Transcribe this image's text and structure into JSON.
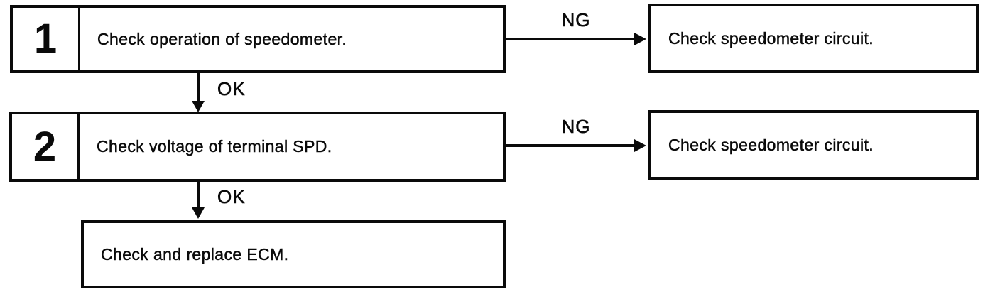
{
  "diagram": {
    "type": "troubleshooting-flowchart",
    "steps": [
      {
        "number": "1",
        "instruction": "Check operation of speedometer.",
        "ok_label": "OK",
        "ng_label": "NG",
        "ng_result": "Check speedometer circuit."
      },
      {
        "number": "2",
        "instruction": "Check voltage of terminal SPD.",
        "ok_label": "OK",
        "ng_label": "NG",
        "ng_result": "Check speedometer circuit."
      }
    ],
    "final_step": {
      "instruction": "Check and replace ECM."
    }
  },
  "colors": {
    "ink": "#0a0a0a",
    "paper": "#ffffff"
  }
}
